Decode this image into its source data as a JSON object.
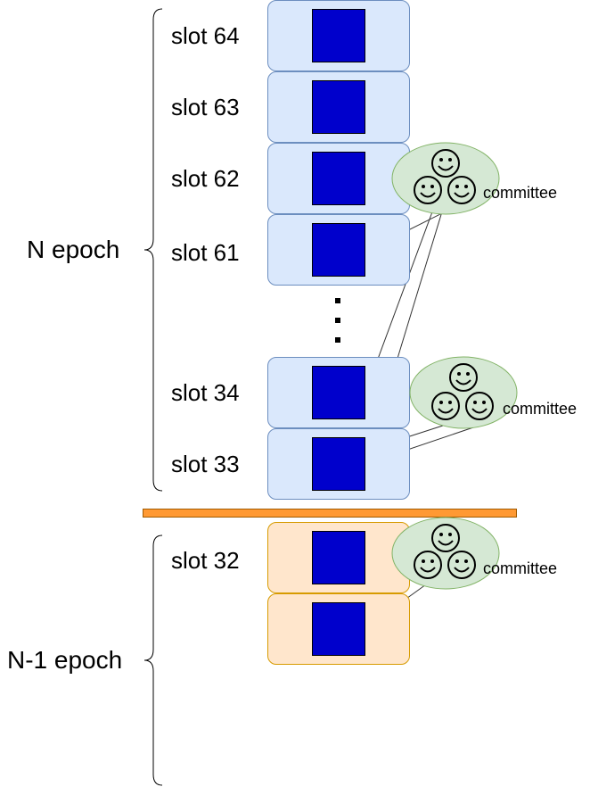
{
  "epochs": {
    "current_label": "N epoch",
    "previous_label": "N-1 epoch"
  },
  "slots": {
    "s64": "slot 64",
    "s63": "slot 63",
    "s62": "slot 62",
    "s61": "slot 61",
    "s34": "slot 34",
    "s33": "slot 33",
    "s32": "slot 32"
  },
  "committees": {
    "c1": "committee",
    "c2": "committee",
    "c3": "committee"
  },
  "colors": {
    "current_epoch_fill": "#dae8fc",
    "previous_epoch_fill": "#ffe6cc",
    "block": "#0000cc",
    "committee_fill": "#d5e8d4",
    "divider": "#ff9933"
  },
  "icons": {
    "committee_member": "smiley-face-icon",
    "brace": "curly-brace-icon",
    "gap": "vertical-ellipsis-icon"
  }
}
